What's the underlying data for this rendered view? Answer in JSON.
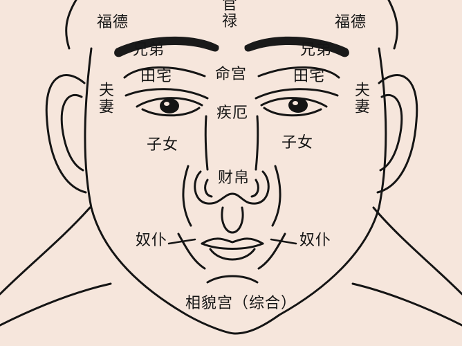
{
  "labels": {
    "guanlu": "官禄",
    "fude_left": "福德",
    "fude_right": "福德",
    "xiongdi_left": "兄弟",
    "xiongdi_right": "兄弟",
    "tianzhai_left": "田宅",
    "tianzhai_right": "田宅",
    "minggong": "命宫",
    "fuqi_left": "夫妻",
    "fuqi_right": "夫妻",
    "jie": "疾厄",
    "zinv_left": "子女",
    "zinv_right": "子女",
    "caibo": "财帛",
    "nupu_left": "奴仆",
    "nupu_right": "奴仆",
    "xiangmao": "相貌宫（综合）"
  },
  "colors": {
    "background": "#f6e6dc",
    "ink": "#151515",
    "eyebrow": "#1a1a1a"
  }
}
